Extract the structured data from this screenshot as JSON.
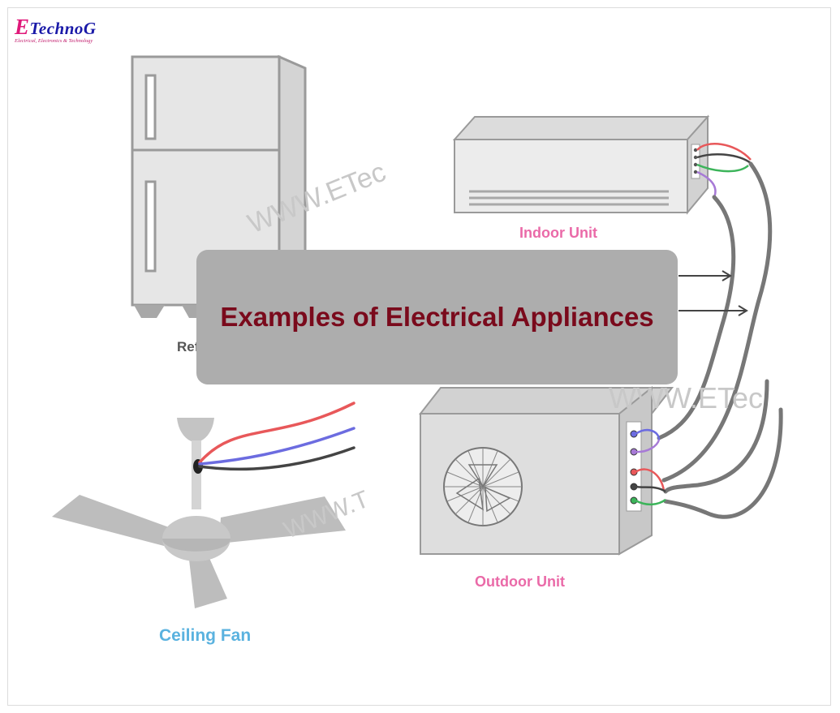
{
  "logo": {
    "brand_initial": "E",
    "brand_rest": "TechnoG",
    "tagline": "Electrical, Electronics & Technology"
  },
  "banner": {
    "title": "Examples of Electrical Appliances"
  },
  "labels": {
    "indoor_unit": "Indoor Unit",
    "outdoor_unit": "Outdoor Unit",
    "ceiling_fan": "Ceiling Fan",
    "refrigerator_partial": "Ref"
  },
  "watermarks": [
    "WWW.ETec",
    "WWW.ETec",
    "WWW.T"
  ],
  "colors": {
    "appliance_fill": "#e6e6e6",
    "appliance_stroke": "#9a9a9a",
    "wire_red": "#e8585a",
    "wire_blue": "#6c6ce0",
    "wire_black": "#444444",
    "wire_green": "#3cb45a",
    "wire_purple": "#a77ad6",
    "cable_grey": "#777777",
    "banner_bg": "#adadad",
    "banner_text": "#7a0a1c",
    "label_pink": "#ea6aa8",
    "label_blue": "#5ab2df"
  }
}
